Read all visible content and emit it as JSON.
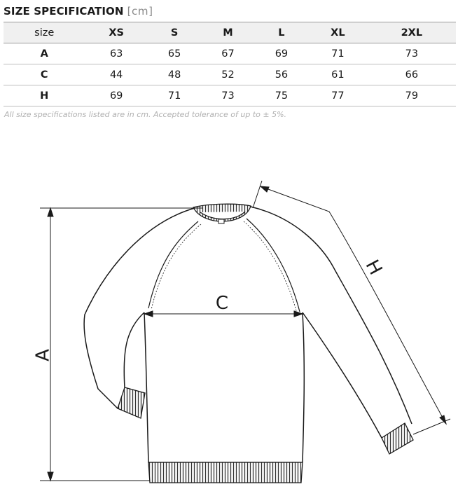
{
  "heading": {
    "title": "SIZE SPECIFICATION",
    "unit": "[cm]"
  },
  "table": {
    "columns": [
      "size",
      "XS",
      "S",
      "M",
      "L",
      "XL",
      "2XL"
    ],
    "rows": [
      [
        "A",
        "63",
        "65",
        "67",
        "69",
        "71",
        "73"
      ],
      [
        "C",
        "44",
        "48",
        "52",
        "56",
        "61",
        "66"
      ],
      [
        "H",
        "69",
        "71",
        "73",
        "75",
        "77",
        "79"
      ]
    ]
  },
  "note": "All size specifications listed are in cm. Accepted tolerance of up to ± 5%.",
  "diagram": {
    "label_a": "A",
    "label_c": "C",
    "label_h": "H"
  }
}
